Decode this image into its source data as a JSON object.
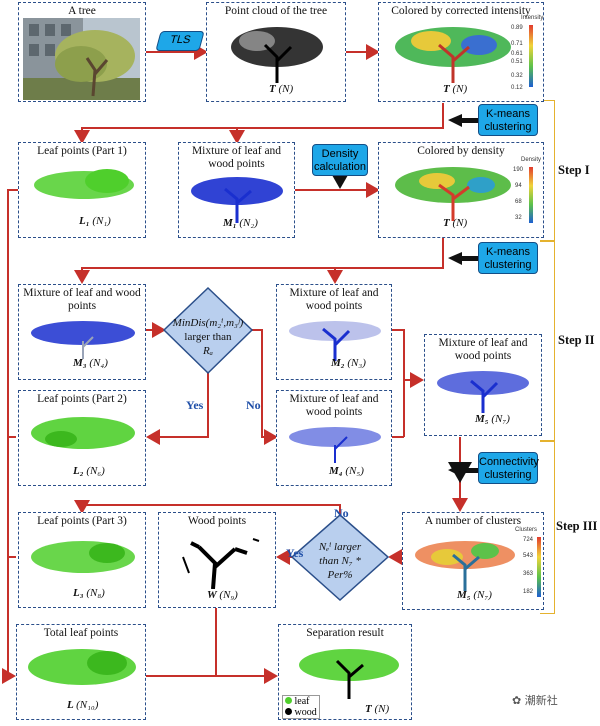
{
  "colors": {
    "arrow": "#c6302a",
    "box_border": "#2b4f8a",
    "leaf": "#4fcf2c",
    "wood_blue": "#1a2fcf",
    "button": "#1ea7e8",
    "step_bracket": "#e5b22e",
    "decision": "#b9cfee"
  },
  "boxes": {
    "tree": {
      "caption": "A tree"
    },
    "cloud": {
      "caption": "Point cloud of the tree",
      "label": "T",
      "sub": "(N)"
    },
    "intensity": {
      "caption": "Colored by corrected intensity",
      "legend_title": "Intensity",
      "ticks": [
        "0.89",
        "0.71",
        "0.61",
        "0.51",
        "0.32",
        "0.12"
      ],
      "label": "T",
      "sub": "(N)"
    },
    "leaf1": {
      "caption": "Leaf points (Part 1)",
      "label": "L₁",
      "sub": "(N₁)"
    },
    "mix1": {
      "caption": "Mixture of leaf and wood points",
      "label": "M₁",
      "sub": "(N₂)"
    },
    "density": {
      "caption": "Colored by density",
      "legend_title": "Density",
      "ticks": [
        "190",
        "94",
        "68",
        "32"
      ],
      "label": "T",
      "sub": "(N)"
    },
    "mix3": {
      "caption": "Mixture of leaf and wood points",
      "label": "M₃",
      "sub": "(N₄)"
    },
    "mix2": {
      "caption": "Mixture of leaf and wood points",
      "label": "M₂",
      "sub": "(N₃)"
    },
    "mix5": {
      "caption": "Mixture of leaf and wood points",
      "label": "M₅",
      "sub": "(N₇)"
    },
    "leaf2": {
      "caption": "Leaf points (Part 2)",
      "label": "L₂",
      "sub": "(N₆)"
    },
    "mix4": {
      "caption": "Mixture of leaf and wood points",
      "label": "M₄",
      "sub": "(N₅)"
    },
    "clusters": {
      "caption": "A number of clusters",
      "legend_title": "Clusters",
      "ticks": [
        "724",
        "543",
        "363",
        "182"
      ],
      "label": "M₅",
      "sub": "(N₇)"
    },
    "leaf3": {
      "caption": "Leaf points (Part 3)",
      "label": "L₃",
      "sub": "(N₈)"
    },
    "wood": {
      "caption": "Wood points",
      "label": "W",
      "sub": "(N₉)"
    },
    "total": {
      "caption": "Total leaf points",
      "label": "L",
      "sub": "(N₁₀)"
    },
    "result": {
      "caption": "Separation result",
      "label": "T",
      "sub": "(N)",
      "legend_leaf": "leaf",
      "legend_wood": "wood"
    }
  },
  "buttons": {
    "tls": "TLS",
    "kmeans1": "K-means clustering",
    "density_calc": "Density calculation",
    "kmeans2": "K-means clustering",
    "connectivity": "Connectivity clustering"
  },
  "decisions": {
    "d1_line1": "MinDis(m₂ⁱ,m₃ʲ)",
    "d1_line2": "larger than",
    "d1_line3": "Rₐ",
    "d2_line1": "Nₑⁱ larger",
    "d2_line2": "than N₇ *",
    "d2_line3": "Per%"
  },
  "branch_labels": {
    "yes1": "Yes",
    "no1": "No",
    "yes2": "Yes",
    "no2": "No"
  },
  "steps": [
    "Step I",
    "Step II",
    "Step III"
  ],
  "watermark": "潮新社"
}
